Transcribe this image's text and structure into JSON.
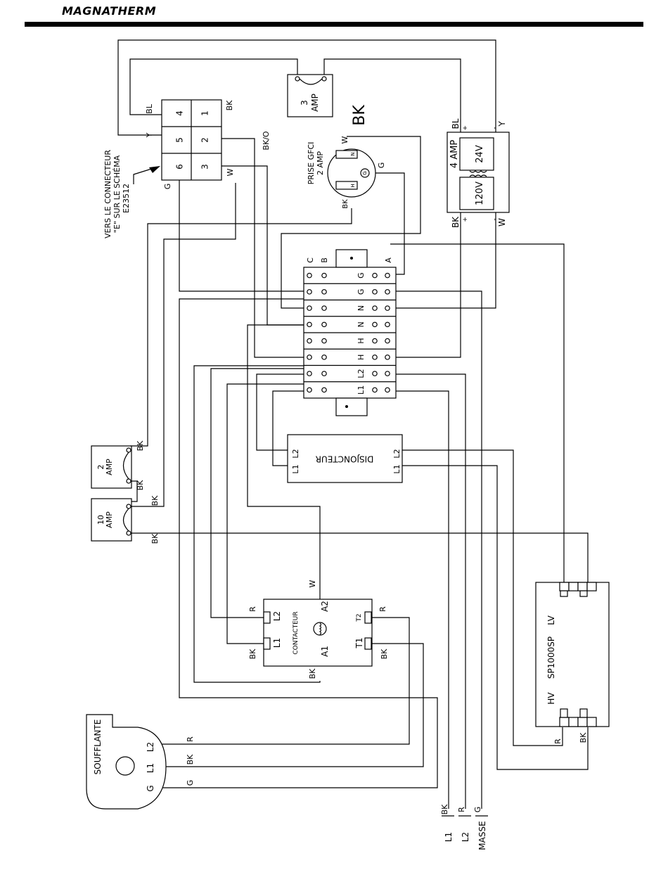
{
  "header": {
    "brand": "MAGNATHERM"
  },
  "relay": {
    "pins": [
      "4",
      "5",
      "6",
      "1",
      "2",
      "3"
    ],
    "left_labels": [
      "BL",
      "Y",
      "G"
    ],
    "right_labels": [
      "BK",
      "BK/O",
      "W"
    ]
  },
  "connector_note": [
    "VERS LE CONNECTEUR",
    "\"E\" SUR LE SCHÉMA",
    "E23512"
  ],
  "fuse3": {
    "value": "3",
    "unit": "AMP"
  },
  "fuse2": {
    "value": "2",
    "unit": "AMP"
  },
  "fuse10": {
    "value": "10",
    "unit": "AMP"
  },
  "gfci": {
    "title": "PRISE GFCI",
    "rating": "2 AMP",
    "bk_big": "BK",
    "w": "W",
    "bk": "BK",
    "g": "G",
    "n": "N",
    "h": "H"
  },
  "transformer": {
    "fuse": "4 AMP",
    "low_v": "24V",
    "high_v": "120V",
    "bl": "BL",
    "y": "Y",
    "bk": "BK",
    "w": "W",
    "plus": "+",
    "minus": "-"
  },
  "terminal_block": {
    "top_labels": [
      "C",
      "B",
      "A"
    ],
    "rows": [
      "G",
      "G",
      "N",
      "N",
      "H",
      "H",
      "L2",
      "L1"
    ]
  },
  "breaker": {
    "title": "DISJONCTEUR",
    "l1": "L1",
    "l2": "L2"
  },
  "contactor": {
    "title": "CONTACTEUR",
    "l1": "L1",
    "l2": "L2",
    "a1": "A1",
    "a2": "A2",
    "t1": "T1",
    "t2": "T2",
    "w": "W",
    "r": "R",
    "bk": "BK"
  },
  "sp1000": {
    "title": "SP1000SP",
    "lv": "LV",
    "hv": "HV",
    "r": "R",
    "bk": "BK"
  },
  "blower": {
    "title": "SOUFFLANTE",
    "l2": "L2",
    "l1": "L1",
    "g": "G",
    "r": "R",
    "bk": "BK"
  },
  "supply": {
    "l1": "L1",
    "l2": "L2",
    "masse": "MASSE",
    "bk": "BK",
    "r": "R",
    "g": "G"
  },
  "wire_labels": {
    "bk": "BK",
    "w": "W",
    "r": "R"
  }
}
